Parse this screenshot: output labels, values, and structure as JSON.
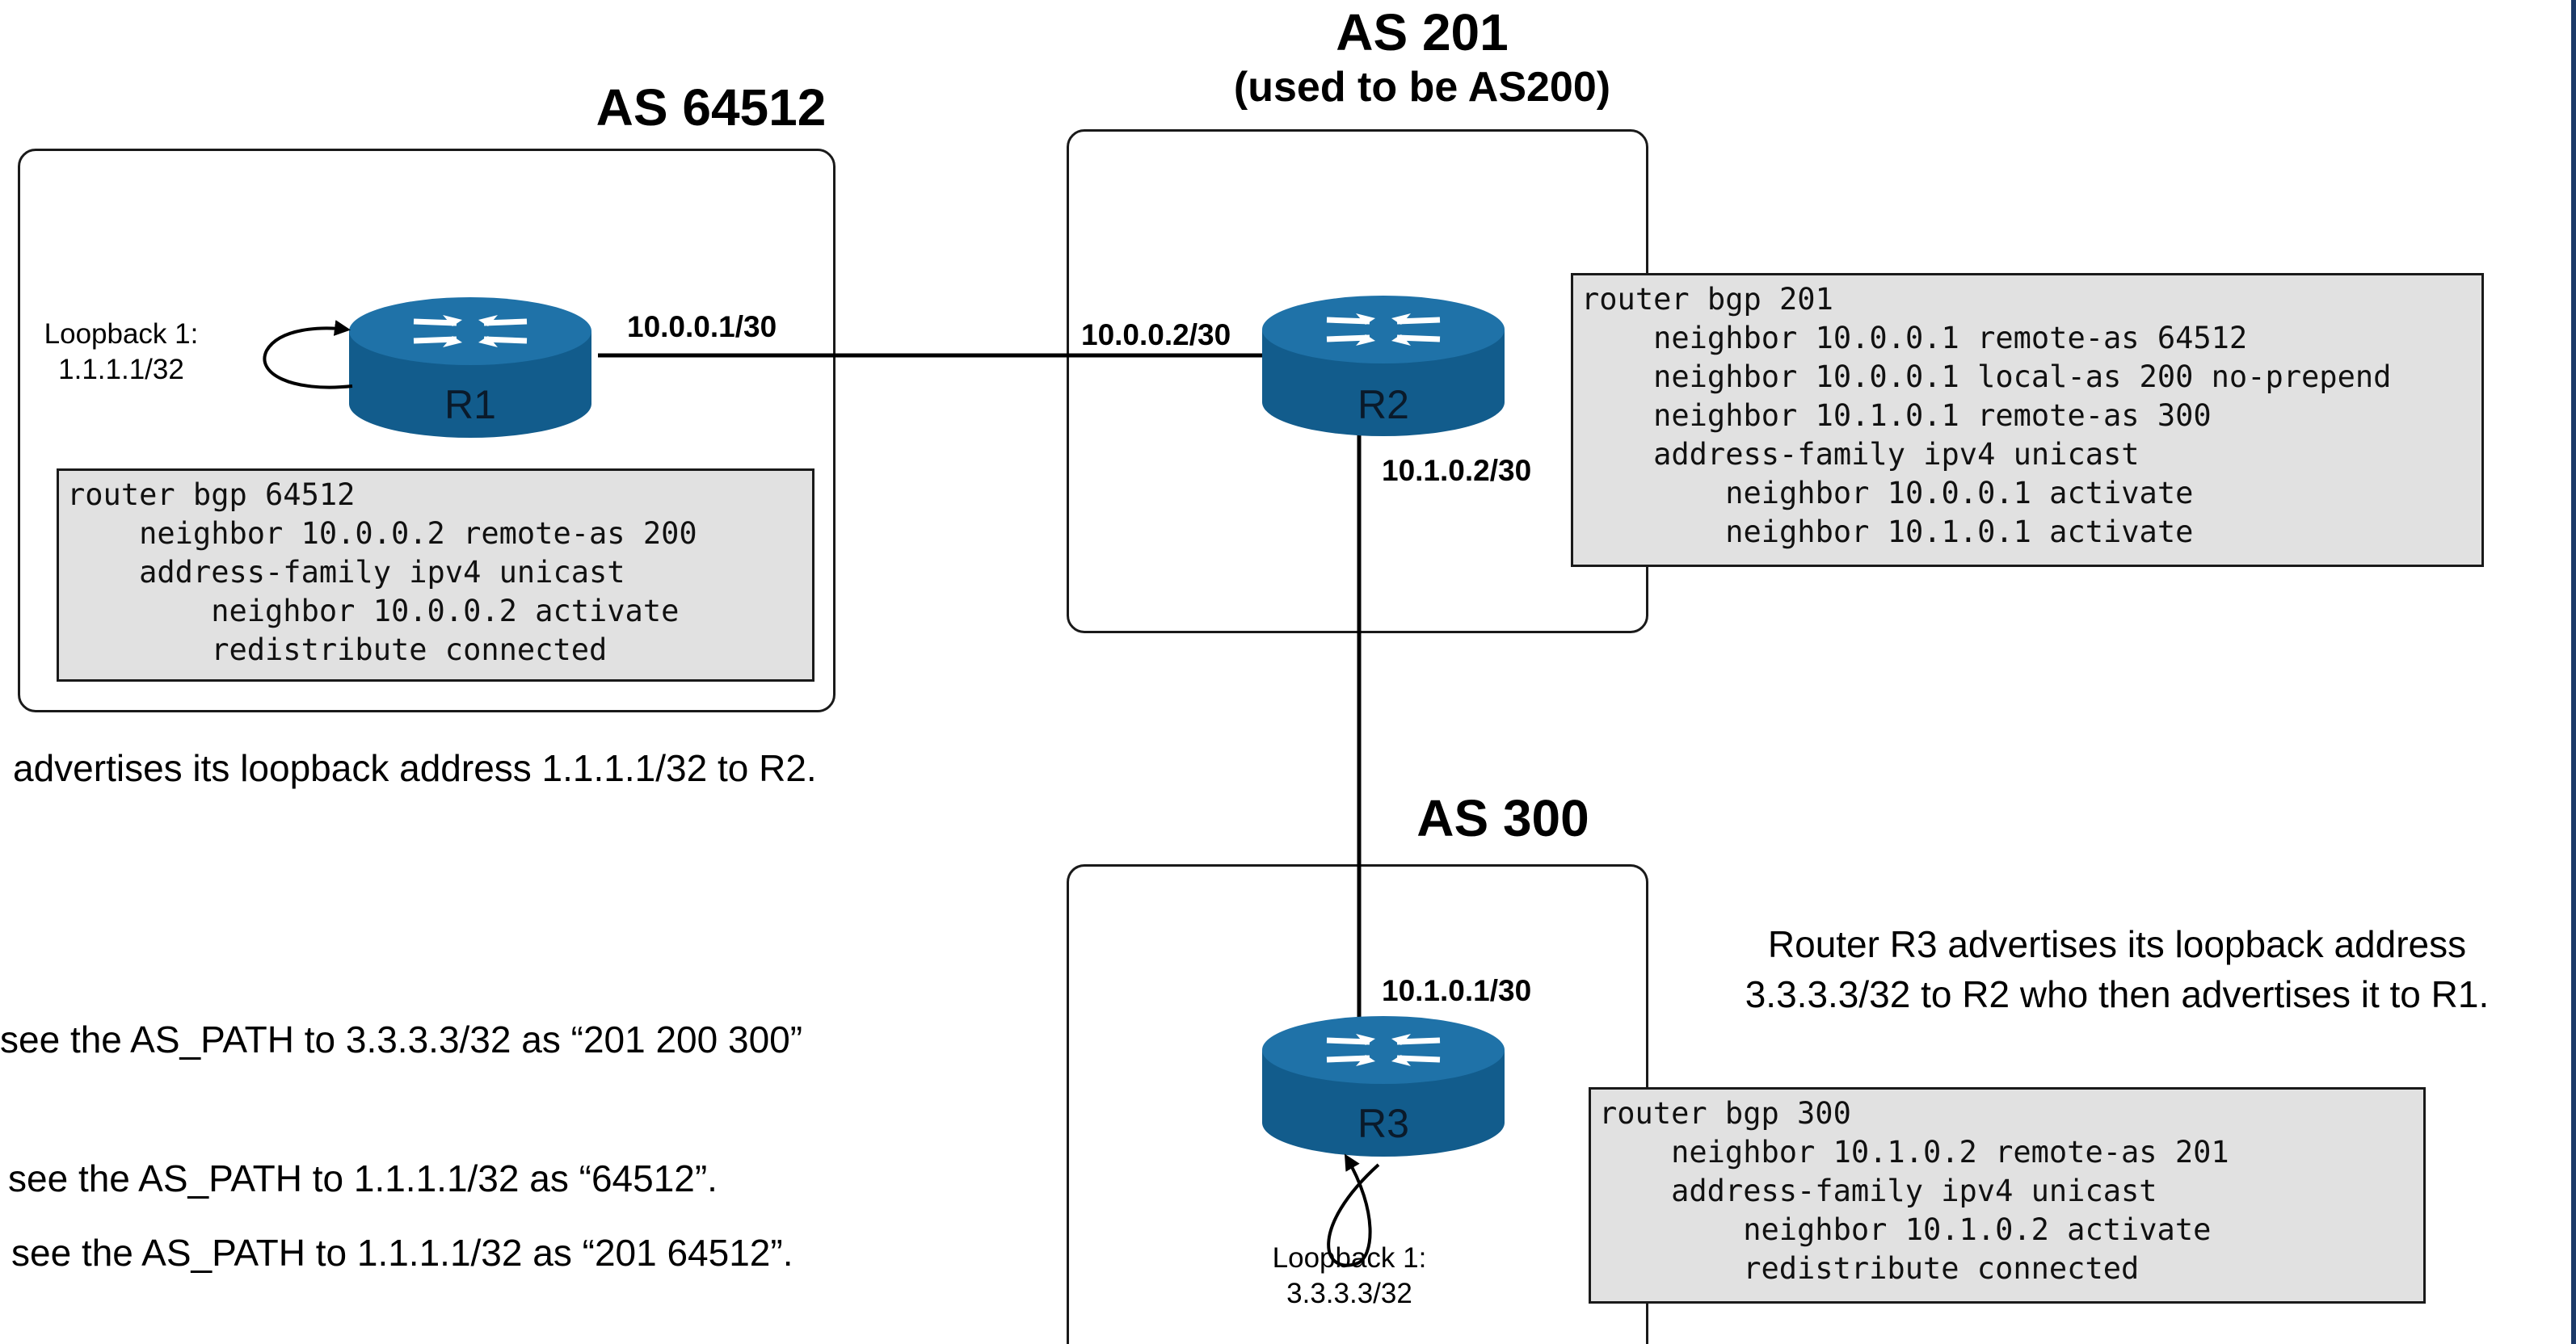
{
  "as_groups": [
    {
      "title_lines": [
        "AS 64512"
      ]
    },
    {
      "title_lines": [
        "AS 201",
        "(used to be AS200)"
      ]
    },
    {
      "title_lines": [
        "AS 300"
      ]
    }
  ],
  "routers": [
    {
      "label": "R1",
      "loopback": [
        "Loopback 1:",
        "1.1.1.1/32"
      ]
    },
    {
      "label": "R2"
    },
    {
      "label": "R3",
      "loopback": [
        "Loopback 1:",
        "3.3.3.3/32"
      ]
    }
  ],
  "interfaces": {
    "r1_to_r2": "10.0.0.1/30",
    "r2_to_r1": "10.0.0.2/30",
    "r2_to_r3": "10.1.0.2/30",
    "r3_to_r2": "10.1.0.1/30"
  },
  "configs": {
    "r1": [
      "router bgp 64512",
      "    neighbor 10.0.0.2 remote-as 200",
      "    address-family ipv4 unicast",
      "        neighbor 10.0.0.2 activate",
      "        redistribute connected"
    ],
    "r2": [
      "router bgp 201",
      "    neighbor 10.0.0.1 remote-as 64512",
      "    neighbor 10.0.0.1 local-as 200 no-prepend",
      "    neighbor 10.1.0.1 remote-as 300",
      "    address-family ipv4 unicast",
      "        neighbor 10.0.0.1 activate",
      "        neighbor 10.1.0.1 activate"
    ],
    "r3": [
      "router bgp 300",
      "    neighbor 10.1.0.2 remote-as 201",
      "    address-family ipv4 unicast",
      "        neighbor 10.1.0.2 activate",
      "        redistribute connected"
    ]
  },
  "notes": {
    "r1_advert": "advertises its loopback address 1.1.1.1/32 to R2.",
    "r3_advert": [
      "Router R3 advertises its loopback address",
      "3.3.3.3/32 to R2 who then advertises it to R1."
    ],
    "as_path_1": "see the AS_PATH to 3.3.3.3/32 as “201 200 300”",
    "as_path_2": "see the AS_PATH to 1.1.1.1/32 as “64512”.",
    "as_path_3": "see the AS_PATH to 1.1.1.1/32 as “201 64512”."
  },
  "colors": {
    "router_top": "#1f72a8",
    "router_side": "#125c8c",
    "code_bg": "#e1e1e1",
    "edge_bar": "#1c3a68"
  },
  "icons": [
    "router-icon",
    "loopback-arrow-icon"
  ]
}
